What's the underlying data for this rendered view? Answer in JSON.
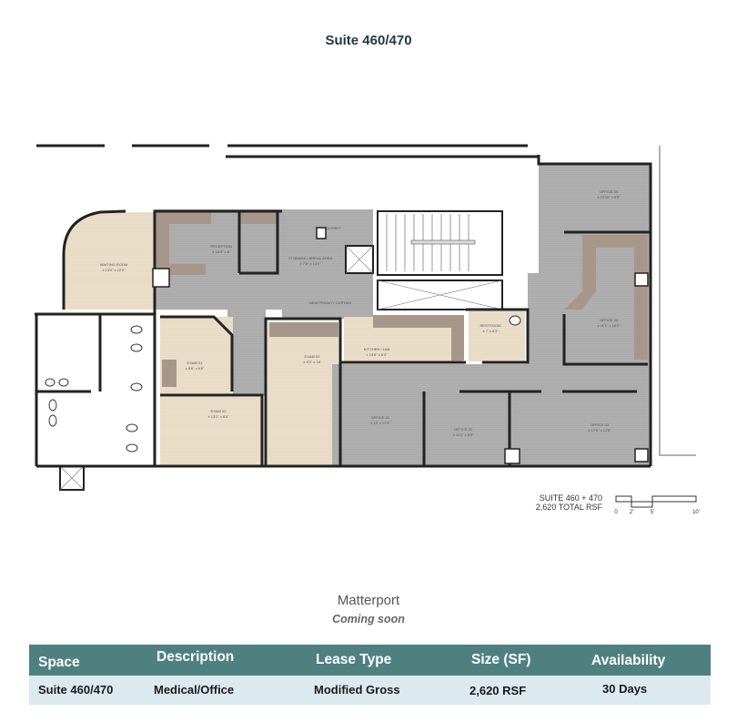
{
  "page_title": "Suite 460/470",
  "floorplan": {
    "rooms": {
      "waiting": "WAITING ROOM",
      "waiting_dim": "± 13'0\" x 12'0\"",
      "reception": "RECEPTION",
      "reception_dim": "± 15'4\" x 8'",
      "storage": "STORAGE / BREAK AREA",
      "storage_dim": "± 7'6\" x 13'0\"",
      "closet": "IT CLOSET",
      "curtain": "NEW PRIVACY CURTAIN",
      "exam1": "EXAM 01",
      "exam1_dim": "± 8'6\" x 9'8\"",
      "exam2": "EXAM 02",
      "exam2_dim": "± 13'2\" x 8'4\"",
      "exam3": "EXAM 03",
      "exam3_dim": "± 9'3\" x 18'",
      "kitchen": "KITCHEN / LAB",
      "kitchen_dim": "± 13'8\" x 6'3\"",
      "restroom": "RESTROOM",
      "restroom_dim": "± 7' x 6'3\"",
      "office1": "OFFICE 01",
      "office1_dim": "± 10' x 17'3\"",
      "office2": "OFFICE 02",
      "office2_dim": "± 11'1\" x 8'5\"",
      "office3": "OFFICE 03",
      "office3_dim": "± 17'8\" x 12'6\"",
      "office4": "OFFICE 04",
      "office4_dim": "± 11'1\" x 16'2\"",
      "office5": "OFFICE 05",
      "office5_dim": "± 10'10\" x 8'9\""
    },
    "legend_line1": "SUITE 460 + 470",
    "legend_line2": "2,620 TOTAL RSF",
    "scale_ticks": [
      "0",
      "2'",
      "5'",
      "10'"
    ],
    "colors": {
      "carpet": "#a9aaa9",
      "wood": "#ebdfcb",
      "millwork": "#a7978a",
      "wall": "#222222"
    }
  },
  "matterport": {
    "title": "Matterport",
    "status": "Coming soon"
  },
  "table": {
    "headers": [
      "Space",
      "Description",
      "Lease Type",
      "Size (SF)",
      "Availability"
    ],
    "rows": [
      [
        "Suite 460/470",
        "Medical/Office",
        "Modified Gross",
        "2,620 RSF",
        "30 Days"
      ]
    ],
    "header_color": "#4f8080",
    "row_color": "#dce9ee"
  }
}
